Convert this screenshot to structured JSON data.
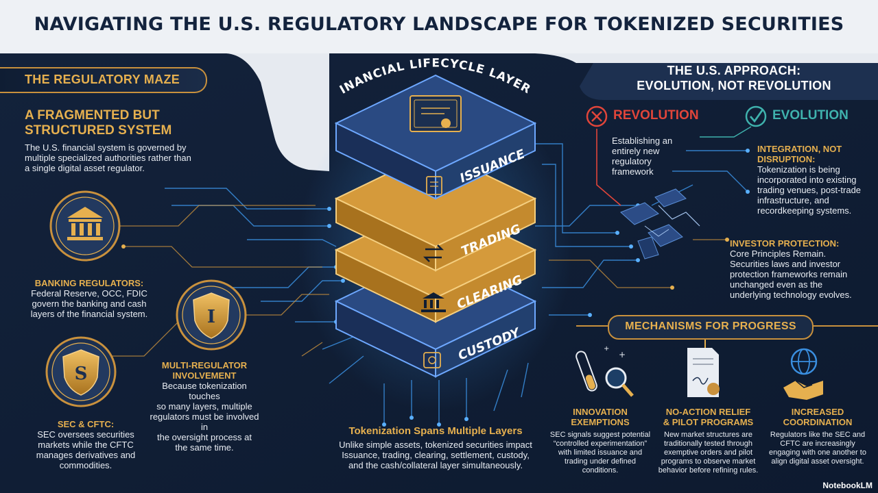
{
  "title": "NAVIGATING THE U.S. REGULATORY LANDSCAPE FOR TOKENIZED SECURITIES",
  "left": {
    "banner": "THE REGULATORY MAZE",
    "heading_line1": "A FRAGMENTED BUT",
    "heading_line2": "STRUCTURED SYSTEM",
    "intro_line1": "The U.S. financial system is governed by",
    "intro_line2": "multiple specialized authorities rather than",
    "intro_line3": "a single digital asset regulator.",
    "banking": {
      "title": "BANKING REGULATORS:",
      "line1": "Federal Reserve, OCC, FDIC",
      "line2": "govern the banking and cash",
      "line3": "layers of the financial system."
    },
    "multi": {
      "title1": "MULTI-REGULATOR",
      "title2": "INVOLVEMENT",
      "line1": "Because tokenization touches",
      "line2": "so many layers, multiple",
      "line3": "regulators must be involved in",
      "line4": "the oversight process at",
      "line5": "the same time."
    },
    "sec": {
      "title": "SEC & CFTC:",
      "line1": "SEC oversees securities",
      "line2": "markets while the CFTC",
      "line3": "manages derivatives and",
      "line4": "commodities.",
      "badge_letter": "S"
    },
    "shield_letter": "I"
  },
  "center": {
    "arc_title": "FINANCIAL LIFECYCLE LAYERS",
    "layers": [
      "ISSUANCE",
      "TRADING",
      "CLEARING",
      "CUSTODY"
    ],
    "caption_title": "Tokenization Spans Multiple Layers",
    "caption_line1": "Unlike simple assets, tokenized securities impact",
    "caption_line2": "Issuance, trading, clearing, settlement, custody,",
    "caption_line3": "and the cash/collateral layer simultaneously."
  },
  "right": {
    "approach_line1": "THE U.S. APPROACH:",
    "approach_line2": "EVOLUTION, NOT REVOLUTION",
    "revolution_label": "REVOLUTION",
    "evolution_label": "EVOLUTION",
    "revolution_text": [
      "Establishing an",
      "entirely new",
      "regulatory",
      "framework"
    ],
    "integration": {
      "title1": "INTEGRATION, NOT",
      "title2": "DISRUPTION:",
      "lines": [
        "Tokenization is being",
        "incorporated into existing",
        "trading venues, post-trade",
        "infrastructure, and",
        "recordkeeping systems."
      ]
    },
    "investor": {
      "title": "INVESTOR PROTECTION:",
      "lines": [
        "Core Principles Remain.",
        "Securities laws and investor",
        "protection frameworks remain",
        "unchanged even as the",
        "underlying technology evolves."
      ]
    },
    "mech_banner": "MECHANISMS FOR PROGRESS",
    "mechanisms": [
      {
        "title1": "INNOVATION",
        "title2": "EXEMPTIONS",
        "lines": [
          "SEC signals suggest potential",
          "“controlled experimentation”",
          "with limited issuance and",
          "trading under defined",
          "conditions."
        ]
      },
      {
        "title1": "NO-ACTION RELIEF",
        "title2": "& PILOT PROGRAMS",
        "lines": [
          "New market structures are",
          "traditionally tested through",
          "exemptive orders and pilot",
          "programs to observe market",
          "behavior before refining rules."
        ]
      },
      {
        "title1": "INCREASED",
        "title2": "COORDINATION",
        "lines": [
          "Regulators like the SEC and",
          "CFTC are increasingly",
          "engaging with one another to",
          "align digital asset oversight."
        ]
      }
    ]
  },
  "watermark": "NotebookLM",
  "colors": {
    "navy": "#0f1d33",
    "gold": "#e6b04f",
    "blue": "#3a8fe0",
    "red": "#e1453a",
    "teal": "#3fb2ad"
  }
}
